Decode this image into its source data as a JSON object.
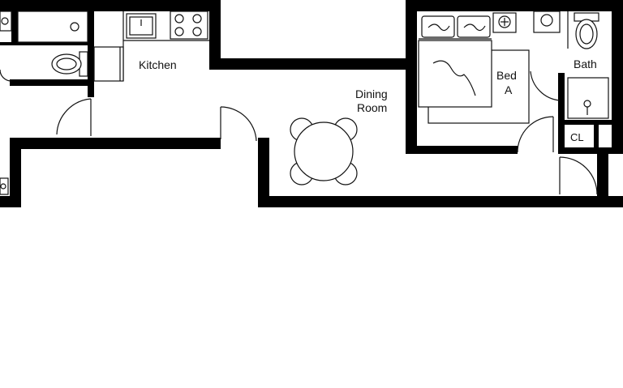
{
  "rooms": {
    "kitchen": "Kitchen",
    "dining_line1": "Dining",
    "dining_line2": "Room",
    "bed_line1": "Bed",
    "bed_line2": "A",
    "bath": "Bath",
    "closet": "CL"
  },
  "colors": {
    "wall": "#000000",
    "line": "#111111",
    "background": "#ffffff"
  }
}
